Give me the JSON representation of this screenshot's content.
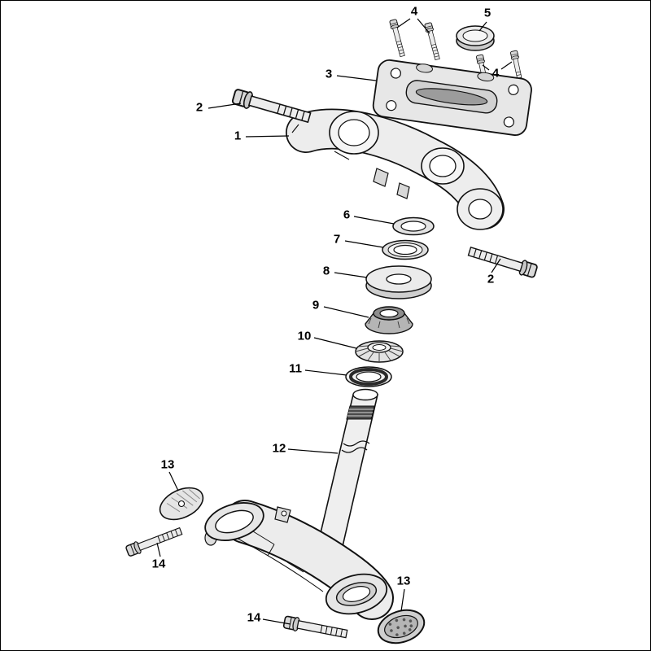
{
  "diagram": {
    "type": "exploded-parts-diagram",
    "background": "#ffffff",
    "ink": "#111111",
    "callouts": [
      {
        "id": "callout-4-top",
        "label": "4"
      },
      {
        "id": "callout-5",
        "label": "5"
      },
      {
        "id": "callout-3",
        "label": "3"
      },
      {
        "id": "callout-4-right",
        "label": "4"
      },
      {
        "id": "callout-2-left",
        "label": "2"
      },
      {
        "id": "callout-1",
        "label": "1"
      },
      {
        "id": "callout-6",
        "label": "6"
      },
      {
        "id": "callout-7",
        "label": "7"
      },
      {
        "id": "callout-2-right",
        "label": "2"
      },
      {
        "id": "callout-8",
        "label": "8"
      },
      {
        "id": "callout-9",
        "label": "9"
      },
      {
        "id": "callout-10",
        "label": "10"
      },
      {
        "id": "callout-11",
        "label": "11"
      },
      {
        "id": "callout-12",
        "label": "12"
      },
      {
        "id": "callout-13-left",
        "label": "13"
      },
      {
        "id": "callout-14-left",
        "label": "14"
      },
      {
        "id": "callout-13-right",
        "label": "13"
      },
      {
        "id": "callout-14-right",
        "label": "14"
      }
    ]
  }
}
